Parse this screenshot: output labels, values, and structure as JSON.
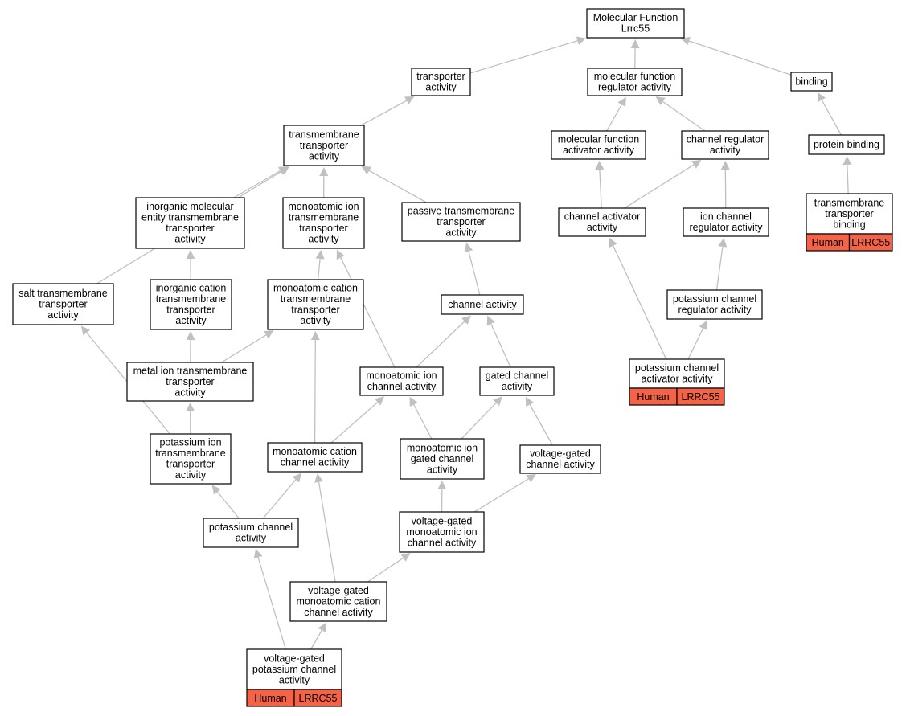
{
  "colors": {
    "edge": "#c0c0c0",
    "node_border": "#000000",
    "node_fill": "#ffffff",
    "species_tag": "#f46347"
  },
  "nodes": [
    {
      "id": "mf",
      "lines": [
        "Molecular Function",
        "Lrrc55"
      ]
    },
    {
      "id": "transporter",
      "lines": [
        "transporter",
        "activity"
      ]
    },
    {
      "id": "mfreg",
      "lines": [
        "molecular function",
        "regulator activity"
      ]
    },
    {
      "id": "binding",
      "lines": [
        "binding"
      ]
    },
    {
      "id": "tmtrans",
      "lines": [
        "transmembrane",
        "transporter",
        "activity"
      ]
    },
    {
      "id": "mfact",
      "lines": [
        "molecular function",
        "activator activity"
      ]
    },
    {
      "id": "chanreg",
      "lines": [
        "channel regulator",
        "activity"
      ]
    },
    {
      "id": "protbind",
      "lines": [
        "protein binding"
      ]
    },
    {
      "id": "inorgmol",
      "lines": [
        "inorganic molecular",
        "entity transmembrane",
        "transporter",
        "activity"
      ]
    },
    {
      "id": "monotm",
      "lines": [
        "monoatomic ion",
        "transmembrane",
        "transporter",
        "activity"
      ]
    },
    {
      "id": "passive",
      "lines": [
        "passive transmembrane",
        "transporter",
        "activity"
      ]
    },
    {
      "id": "chanact",
      "lines": [
        "channel activator",
        "activity"
      ]
    },
    {
      "id": "ionchanreg",
      "lines": [
        "ion channel",
        "regulator activity"
      ]
    },
    {
      "id": "tmtbind",
      "lines": [
        "transmembrane",
        "transporter",
        "binding"
      ],
      "tag": [
        "Human",
        "LRRC55"
      ]
    },
    {
      "id": "salt",
      "lines": [
        "salt transmembrane",
        "transporter",
        "activity"
      ]
    },
    {
      "id": "inorgcat",
      "lines": [
        "inorganic cation",
        "transmembrane",
        "transporter",
        "activity"
      ]
    },
    {
      "id": "monocattm",
      "lines": [
        "monoatomic cation",
        "transmembrane",
        "transporter",
        "activity"
      ]
    },
    {
      "id": "chanactivity",
      "lines": [
        "channel activity"
      ]
    },
    {
      "id": "kchanreg",
      "lines": [
        "potassium channel",
        "regulator activity"
      ]
    },
    {
      "id": "metal",
      "lines": [
        "metal ion transmembrane",
        "transporter",
        "activity"
      ]
    },
    {
      "id": "monochan",
      "lines": [
        "monoatomic ion",
        "channel activity"
      ]
    },
    {
      "id": "gated",
      "lines": [
        "gated channel",
        "activity"
      ]
    },
    {
      "id": "kchanact",
      "lines": [
        "potassium channel",
        "activator activity"
      ],
      "tag": [
        "Human",
        "LRRC55"
      ]
    },
    {
      "id": "ktm",
      "lines": [
        "potassium ion",
        "transmembrane",
        "transporter",
        "activity"
      ]
    },
    {
      "id": "monocatchan",
      "lines": [
        "monoatomic cation",
        "channel activity"
      ]
    },
    {
      "id": "monogated",
      "lines": [
        "monoatomic ion",
        "gated channel",
        "activity"
      ]
    },
    {
      "id": "vgchan",
      "lines": [
        "voltage-gated",
        "channel activity"
      ]
    },
    {
      "id": "kchan",
      "lines": [
        "potassium channel",
        "activity"
      ]
    },
    {
      "id": "vgmono",
      "lines": [
        "voltage-gated",
        "monoatomic ion",
        "channel activity"
      ]
    },
    {
      "id": "vgmonocat",
      "lines": [
        "voltage-gated",
        "monoatomic cation",
        "channel activity"
      ]
    },
    {
      "id": "vgk",
      "lines": [
        "voltage-gated",
        "potassium channel",
        "activity"
      ],
      "tag": [
        "Human",
        "LRRC55"
      ]
    }
  ],
  "edges": [
    [
      "transporter",
      "mf"
    ],
    [
      "mfreg",
      "mf"
    ],
    [
      "binding",
      "mf"
    ],
    [
      "tmtrans",
      "transporter"
    ],
    [
      "mfact",
      "mfreg"
    ],
    [
      "chanreg",
      "mfreg"
    ],
    [
      "protbind",
      "binding"
    ],
    [
      "tmtbind",
      "protbind"
    ],
    [
      "inorgmol",
      "tmtrans"
    ],
    [
      "monotm",
      "tmtrans"
    ],
    [
      "passive",
      "tmtrans"
    ],
    [
      "salt",
      "tmtrans"
    ],
    [
      "chanact",
      "mfact"
    ],
    [
      "chanact",
      "chanreg"
    ],
    [
      "ionchanreg",
      "chanreg"
    ],
    [
      "inorgcat",
      "inorgmol"
    ],
    [
      "monocattm",
      "monotm"
    ],
    [
      "chanactivity",
      "passive"
    ],
    [
      "kchanreg",
      "ionchanreg"
    ],
    [
      "kchanact",
      "chanact"
    ],
    [
      "kchanact",
      "kchanreg"
    ],
    [
      "metal",
      "inorgcat"
    ],
    [
      "metal",
      "monocattm"
    ],
    [
      "monochan",
      "monotm"
    ],
    [
      "monochan",
      "chanactivity"
    ],
    [
      "gated",
      "chanactivity"
    ],
    [
      "ktm",
      "metal"
    ],
    [
      "ktm",
      "salt"
    ],
    [
      "monocatchan",
      "monocattm"
    ],
    [
      "monocatchan",
      "monochan"
    ],
    [
      "monogated",
      "monochan"
    ],
    [
      "monogated",
      "gated"
    ],
    [
      "vgchan",
      "gated"
    ],
    [
      "kchan",
      "ktm"
    ],
    [
      "kchan",
      "monocatchan"
    ],
    [
      "vgmono",
      "monogated"
    ],
    [
      "vgmono",
      "vgchan"
    ],
    [
      "vgmonocat",
      "monocatchan"
    ],
    [
      "vgmonocat",
      "vgmono"
    ],
    [
      "vgk",
      "kchan"
    ],
    [
      "vgk",
      "vgmonocat"
    ]
  ]
}
